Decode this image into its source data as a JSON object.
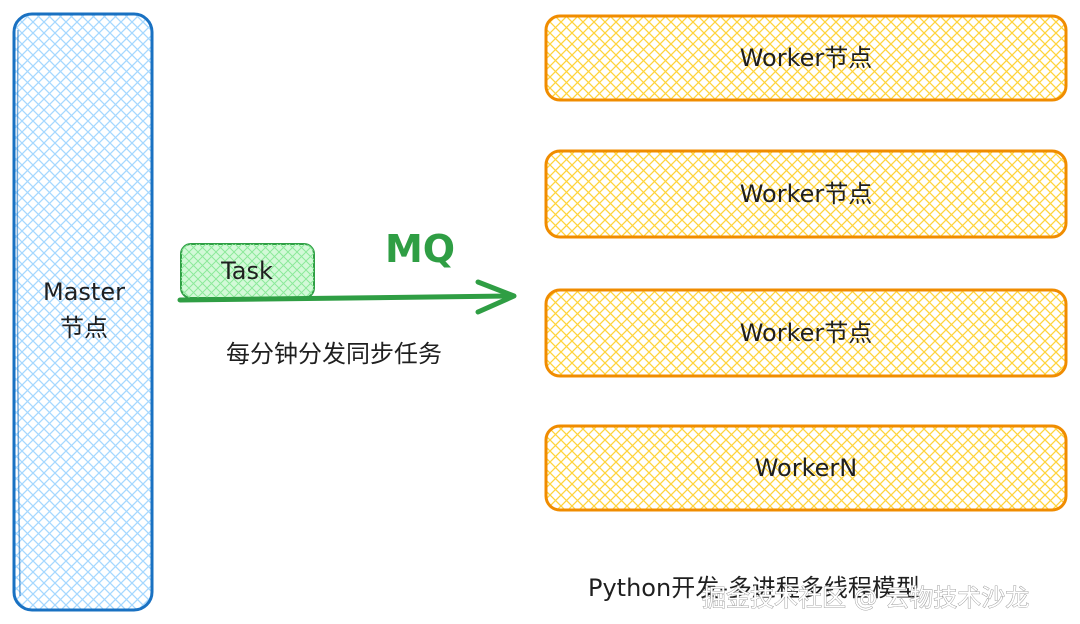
{
  "colors": {
    "master_stroke": "#1971c2",
    "master_hatch": "#a5d8ff",
    "worker_stroke": "#f08c00",
    "worker_hatch": "#ffd43b",
    "task_stroke": "#2f9e44",
    "task_fill": "#b2f2bb",
    "arrow": "#2f9e44"
  },
  "master": {
    "label_line1": "Master",
    "label_line2": "节点"
  },
  "flow": {
    "task_label": "Task",
    "queue_label": "MQ",
    "description": "每分钟分发同步任务"
  },
  "workers": [
    {
      "label": "Worker节点"
    },
    {
      "label": "Worker节点"
    },
    {
      "label": "Worker节点"
    },
    {
      "label": "WorkerN"
    }
  ],
  "caption": "Python开发-多进程多线程模型",
  "watermark": "掘金技术社区 @ 云物技术沙龙"
}
